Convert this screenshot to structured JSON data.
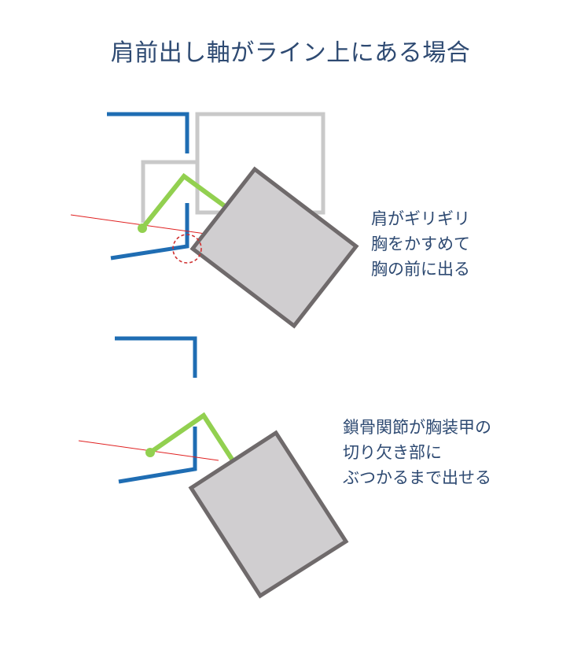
{
  "title": "肩前出し軸がライン上にある場合",
  "notes": {
    "first": [
      "肩がギリギリ",
      "胸をかすめて",
      "胸の前に出る"
    ],
    "second": [
      "鎖骨関節が胸装甲の",
      "切り欠き部に",
      "ぶつかるまで出せる"
    ]
  },
  "colors": {
    "blue_line": "#1f6db3",
    "green_arm": "#92d050",
    "red_axis": "#e02020",
    "red_circle": "#d03030",
    "gray_outline": "#c9c9c9",
    "armor_fill": "#d0ced0",
    "armor_stroke": "#6f6a6b"
  }
}
